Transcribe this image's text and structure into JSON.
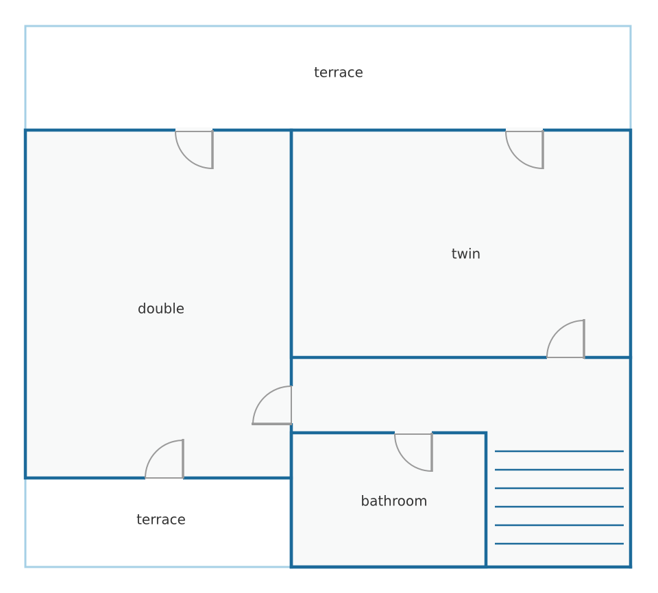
{
  "rooms": {
    "terrace_top": "terrace",
    "double": "double",
    "twin": "twin",
    "bathroom": "bathroom",
    "terrace_bottom": "terrace"
  },
  "colors": {
    "wall": "#1c6a9a",
    "terrace_outline": "#a6d0e6",
    "door": "#9a9a9a",
    "room_fill": "#f8f9f9"
  },
  "stairs": {
    "steps": 6
  }
}
